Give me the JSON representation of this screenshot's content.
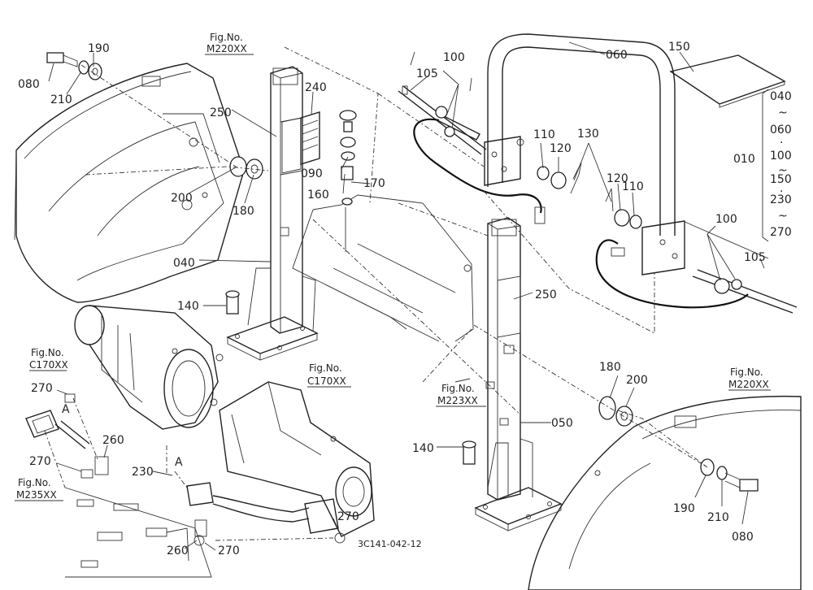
{
  "labels": {
    "p080a": "080",
    "p190a": "190",
    "p210a": "210",
    "p250a": "250",
    "p240": "240",
    "p200a": "200",
    "p180a": "180",
    "p090": "090",
    "p160": "160",
    "p170": "170",
    "p040": "040",
    "p140a": "140",
    "p100a": "100",
    "p105a": "105",
    "p060": "060",
    "p150": "150",
    "p110a": "110",
    "p120a": "120",
    "p130": "130",
    "p120b": "120",
    "p110b": "110",
    "p100b": "100",
    "p105b": "105",
    "p250b": "250",
    "p180b": "180",
    "p200b": "200",
    "p050": "050",
    "p140b": "140",
    "p190b": "190",
    "p210b": "210",
    "p080b": "080",
    "p270a": "270",
    "p260a": "260",
    "p270b": "270",
    "p230": "230",
    "p270c": "270",
    "p260b": "260",
    "p270d": "270",
    "markA1": "A",
    "markA2": "A"
  },
  "range": {
    "code": "010",
    "items": [
      "040",
      "~",
      "060",
      "·",
      "100",
      "~",
      "150",
      "·",
      "230",
      "~",
      "270"
    ]
  },
  "figrefs": {
    "m220a": {
      "title": "Fig.No.",
      "code": "M220XX"
    },
    "c170a": {
      "title": "Fig.No.",
      "code": "C170XX"
    },
    "c170b": {
      "title": "Fig.No.",
      "code": "C170XX"
    },
    "m223": {
      "title": "Fig.No.",
      "code": "M223XX"
    },
    "m220b": {
      "title": "Fig.No.",
      "code": "M220XX"
    },
    "m235": {
      "title": "Fig.No.",
      "code": "M235XX"
    }
  },
  "drawing_code": "3C141-042-12"
}
